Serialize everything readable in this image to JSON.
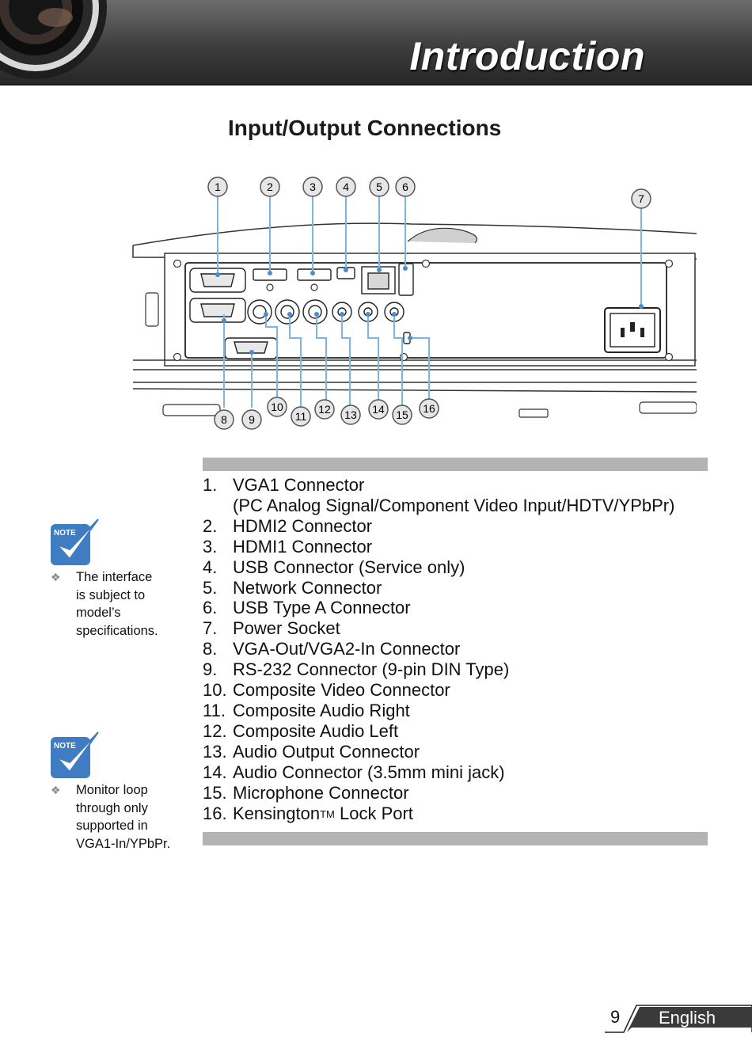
{
  "header": {
    "title": "Introduction"
  },
  "section": {
    "title": "Input/Output Connections"
  },
  "diagram": {
    "callouts": [
      "1",
      "2",
      "3",
      "4",
      "5",
      "6",
      "7",
      "8",
      "9",
      "10",
      "11",
      "12",
      "13",
      "14",
      "15",
      "16"
    ]
  },
  "items": [
    {
      "num": "1.",
      "label": "VGA1 Connector",
      "sub": "(PC Analog Signal/Component Video Input/HDTV/YPbPr)"
    },
    {
      "num": "2.",
      "label": "HDMI2 Connector"
    },
    {
      "num": "3.",
      "label": "HDMI1 Connector"
    },
    {
      "num": "4.",
      "label": "USB Connector (Service only)"
    },
    {
      "num": "5.",
      "label": "Network Connector"
    },
    {
      "num": "6.",
      "label": "USB Type A Connector"
    },
    {
      "num": "7.",
      "label": "Power Socket"
    },
    {
      "num": "8.",
      "label": "VGA-Out/VGA2-In Connector"
    },
    {
      "num": "9.",
      "label": "RS-232 Connector (9-pin DIN Type)"
    },
    {
      "num": "10.",
      "label": "Composite Video Connector"
    },
    {
      "num": "11.",
      "label": "Composite Audio Right"
    },
    {
      "num": "12.",
      "label": "Composite Audio Left"
    },
    {
      "num": "13.",
      "label": "Audio Output Connector"
    },
    {
      "num": "14.",
      "label": "Audio Connector (3.5mm mini jack)"
    },
    {
      "num": "15.",
      "label": "Microphone Connector"
    },
    {
      "num": "16.",
      "label": "Kensington",
      "sup": "TM",
      "after": " Lock Port"
    }
  ],
  "notes": [
    {
      "icon_label": "NOTE",
      "lines": [
        "The interface",
        "is subject to",
        "model’s",
        "specifications."
      ]
    },
    {
      "icon_label": "NOTE",
      "lines": [
        "Monitor loop",
        "through only",
        "supported in",
        "VGA1-In/YPbPr."
      ]
    }
  ],
  "footer": {
    "page_number": "9",
    "language": "English"
  }
}
